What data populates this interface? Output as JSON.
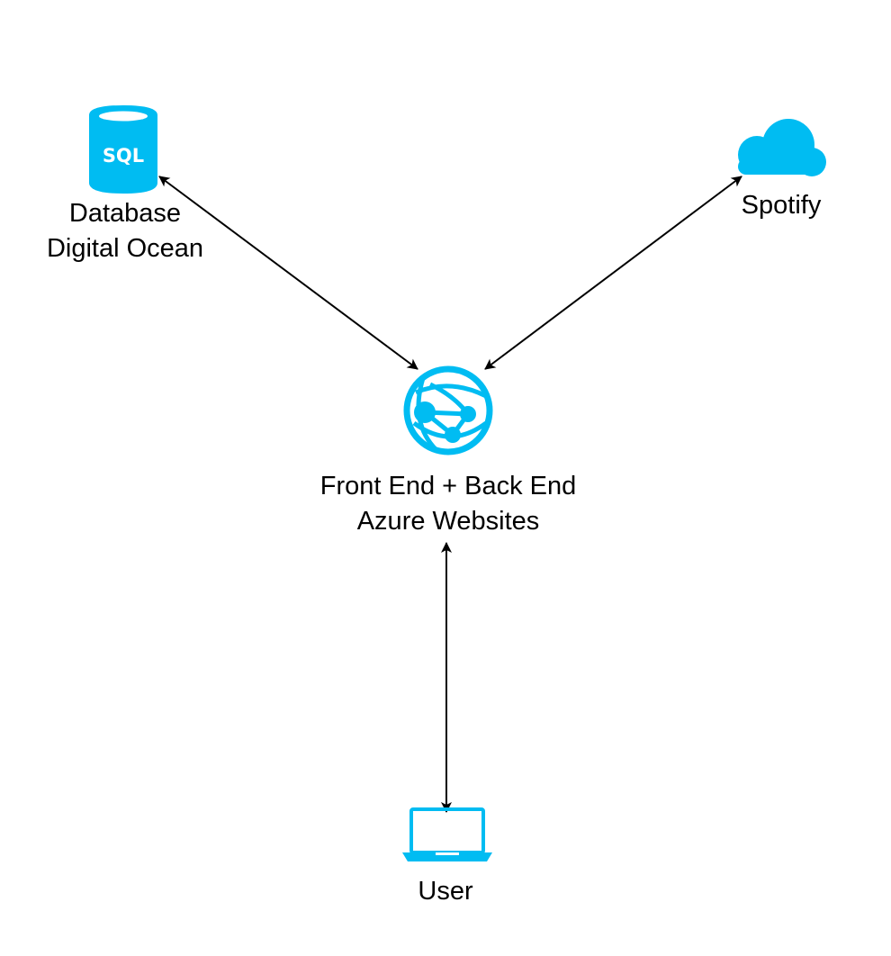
{
  "colors": {
    "accent": "#00bcf2",
    "edge": "#000000",
    "background": "#ffffff"
  },
  "nodes": {
    "database": {
      "icon": "sql-database-icon",
      "icon_text": "SQL",
      "label_line1": "Database",
      "label_line2": "Digital Ocean"
    },
    "spotify": {
      "icon": "cloud-icon",
      "label": "Spotify"
    },
    "web": {
      "icon": "azure-websites-globe-icon",
      "label_line1": "Front End + Back End",
      "label_line2": "Azure Websites"
    },
    "user": {
      "icon": "laptop-icon",
      "label": "User"
    }
  },
  "edges": [
    {
      "from": "database",
      "to": "web",
      "direction": "both"
    },
    {
      "from": "spotify",
      "to": "web",
      "direction": "both"
    },
    {
      "from": "user",
      "to": "web",
      "direction": "both"
    }
  ]
}
